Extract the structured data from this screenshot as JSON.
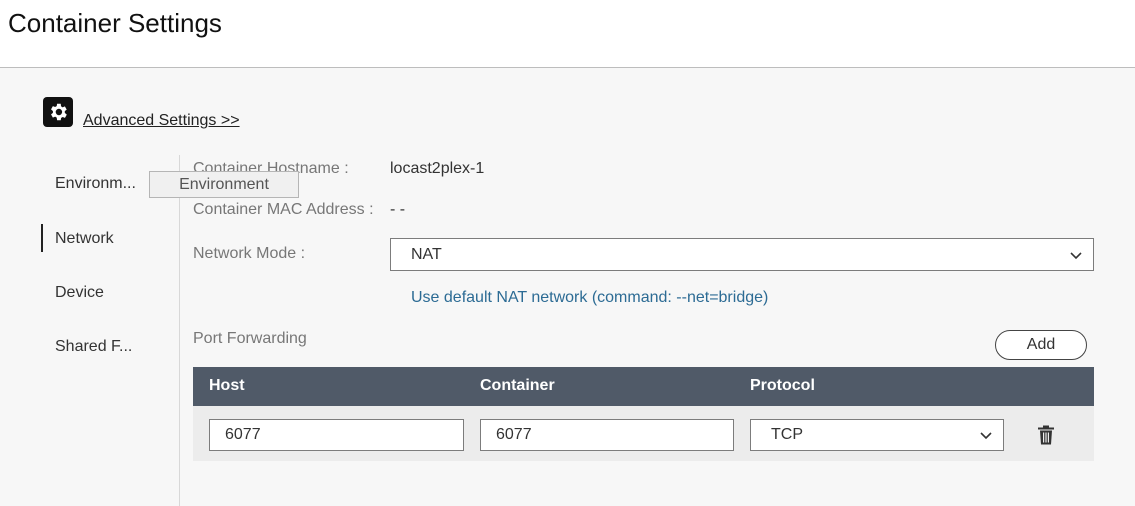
{
  "header": {
    "title": "Container Settings"
  },
  "advanced": {
    "link_label": "Advanced Settings >>",
    "icon": "gear-icon"
  },
  "sidebar": {
    "items": [
      {
        "label": "Environm..."
      },
      {
        "label": "Network",
        "active": true
      },
      {
        "label": "Device"
      },
      {
        "label": "Shared F..."
      }
    ],
    "tooltip": "Environment"
  },
  "network": {
    "hostname_label": "Container Hostname :",
    "hostname_value": "locast2plex-1",
    "mac_label": "Container MAC Address :",
    "mac_value": "- -",
    "mode_label": "Network Mode :",
    "mode_value": "NAT",
    "mode_hint": "Use default NAT network (command: --net=bridge)"
  },
  "ports": {
    "section_label": "Port Forwarding",
    "add_label": "Add",
    "columns": [
      "Host",
      "Container",
      "Protocol"
    ],
    "rows": [
      {
        "host": "6077",
        "container": "6077",
        "protocol": "TCP"
      }
    ]
  },
  "colors": {
    "table_header": "#505a68",
    "hint_text": "#2c6b94",
    "background": "#f7f7f7"
  }
}
